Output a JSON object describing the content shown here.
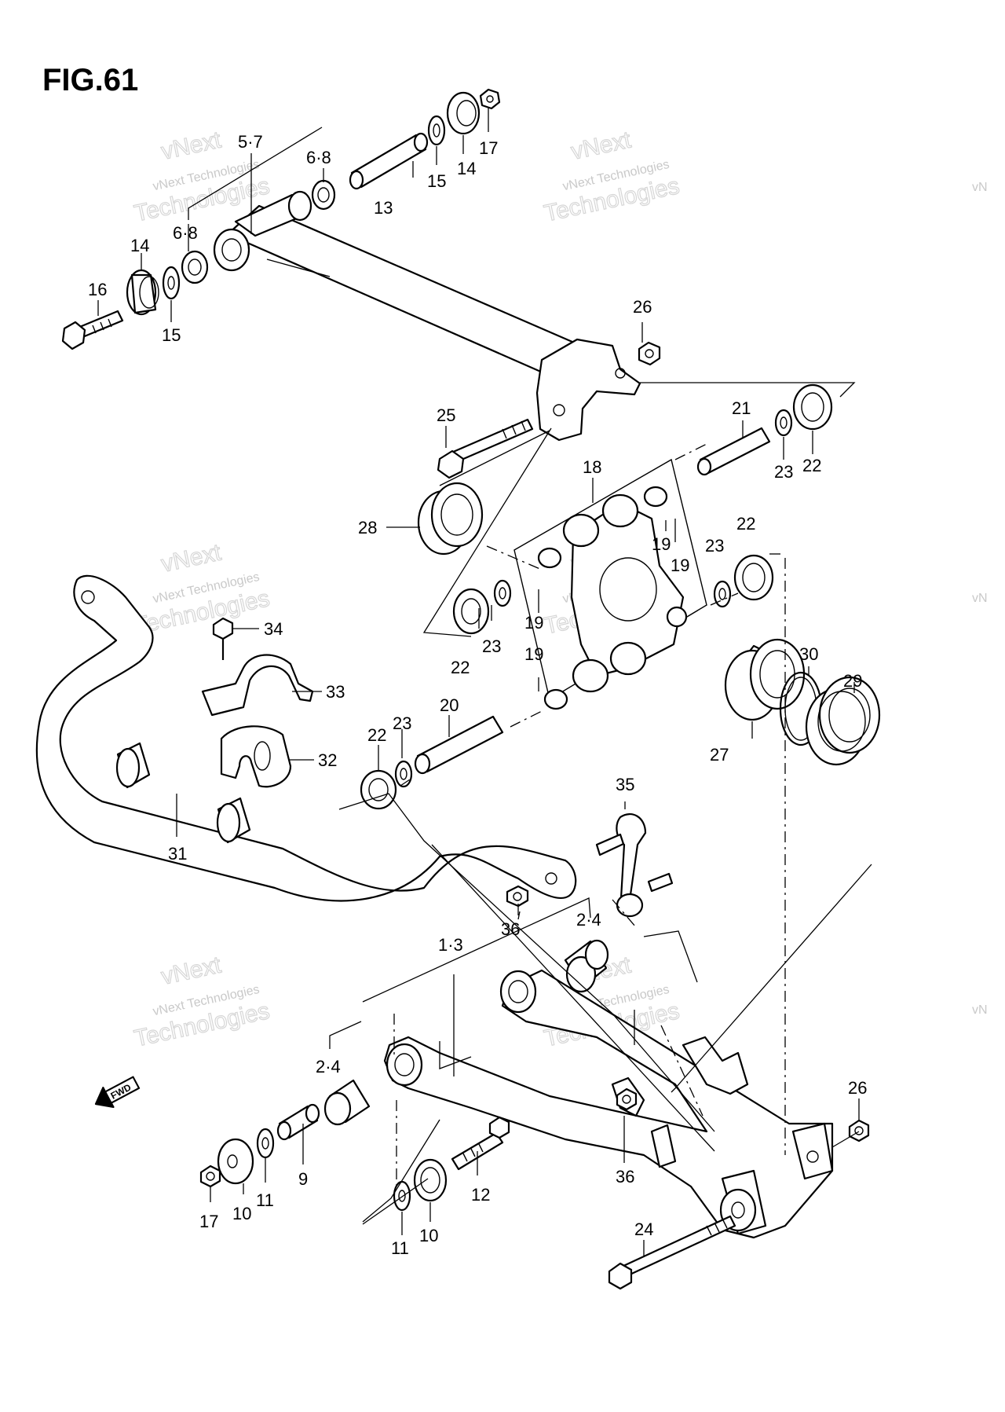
{
  "figure": {
    "title": "FIG.61"
  },
  "watermark": {
    "small": "vNext Technologies",
    "big_top": "vNext",
    "big_bottom": "Technologies"
  },
  "fwd_label": "FWD",
  "callouts": {
    "c1_3": "1·3",
    "c2_4a": "2·4",
    "c2_4b": "2·4",
    "c5_7": "5·7",
    "c6_8a": "6·8",
    "c6_8b": "6·8",
    "c9": "9",
    "c10a": "10",
    "c10b": "10",
    "c11a": "11",
    "c11b": "11",
    "c12": "12",
    "c13": "13",
    "c14a": "14",
    "c14b": "14",
    "c15a": "15",
    "c15b": "15",
    "c16": "16",
    "c17a": "17",
    "c17b": "17",
    "c18": "18",
    "c19a": "19",
    "c19b": "19",
    "c19c": "19",
    "c19d": "19",
    "c20": "20",
    "c21": "21",
    "c22a": "22",
    "c22b": "22",
    "c22c": "22",
    "c22d": "22",
    "c23a": "23",
    "c23b": "23",
    "c23c": "23",
    "c23d": "23",
    "c24": "24",
    "c25": "25",
    "c26a": "26",
    "c26b": "26",
    "c27": "27",
    "c28": "28",
    "c29": "29",
    "c30": "30",
    "c31": "31",
    "c32": "32",
    "c33": "33",
    "c34": "34",
    "c35": "35",
    "c36a": "36",
    "c36b": "36"
  }
}
